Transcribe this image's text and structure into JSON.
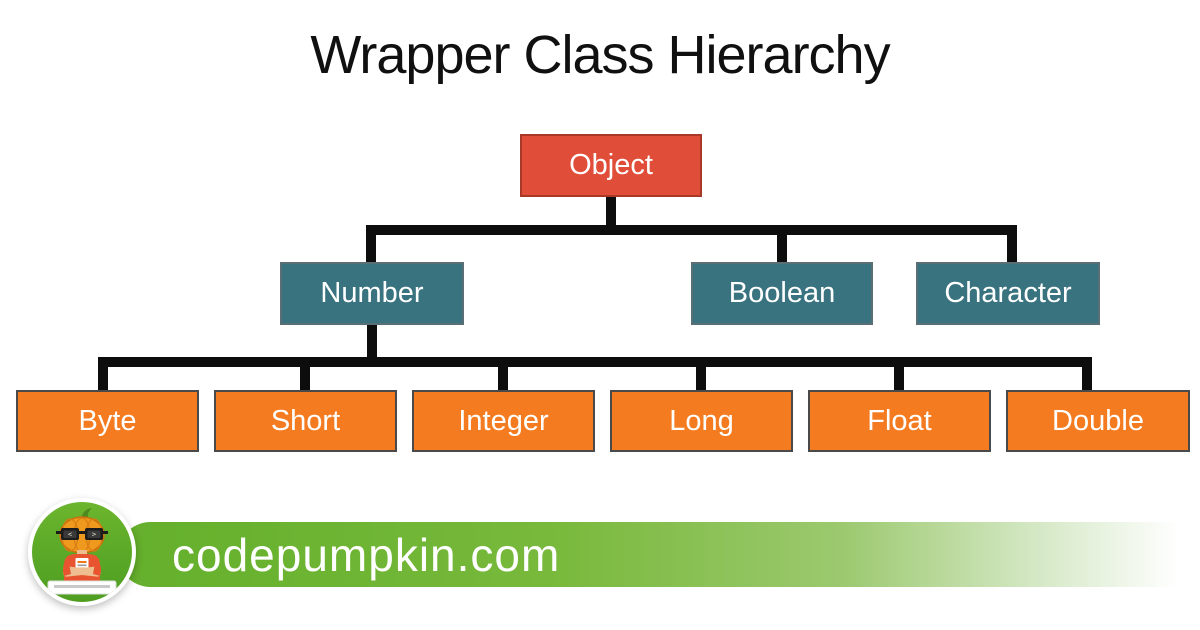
{
  "title": "Wrapper Class Hierarchy",
  "tree": {
    "root": {
      "label": "Object",
      "color": "#e04e39"
    },
    "children": [
      {
        "label": "Number",
        "color": "#3a7380"
      },
      {
        "label": "Boolean",
        "color": "#3a7380"
      },
      {
        "label": "Character",
        "color": "#3a7380"
      }
    ],
    "number_children": [
      {
        "label": "Byte"
      },
      {
        "label": "Short"
      },
      {
        "label": "Integer"
      },
      {
        "label": "Long"
      },
      {
        "label": "Float"
      },
      {
        "label": "Double"
      }
    ],
    "number_children_color": "#f57b20",
    "connector_color": "#0d0d0d"
  },
  "footer": {
    "site_label": "codepumpkin.com",
    "banner_color": "#68b22f",
    "logo": "codepumpkin-mascot-icon"
  }
}
